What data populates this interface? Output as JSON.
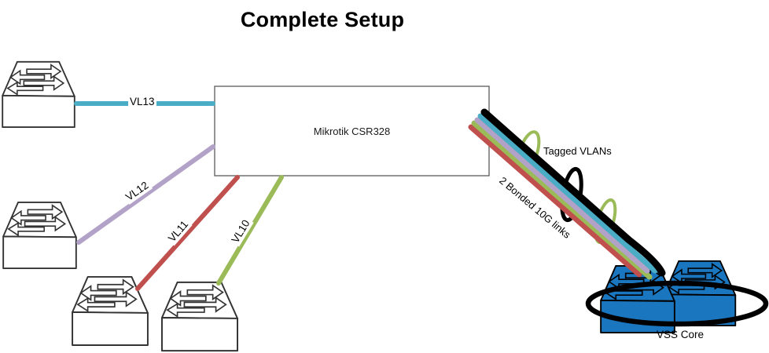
{
  "title": "Complete Setup",
  "router": {
    "label": "Mikrotik CSR328"
  },
  "links": [
    {
      "label": "VL13",
      "color": "#4BACC6"
    },
    {
      "label": "VL12",
      "color": "#B3A2C7"
    },
    {
      "label": "VL11",
      "color": "#C0504D"
    },
    {
      "label": "VL10",
      "color": "#9BBB59"
    }
  ],
  "bundle": {
    "tagged_label": "Tagged VLANs",
    "bonded_label": "2 Bonded 10G links",
    "line_colors": [
      "#000000",
      "#4BACC6",
      "#B3A2C7",
      "#9BBB59",
      "#C0504D"
    ],
    "loop_green": "#9BBB59",
    "loop_black": "#000000"
  },
  "core": {
    "label": "VSS Core",
    "switch_color": "#1B76C0",
    "ring_color": "#000000"
  },
  "access_switch_count": "4"
}
